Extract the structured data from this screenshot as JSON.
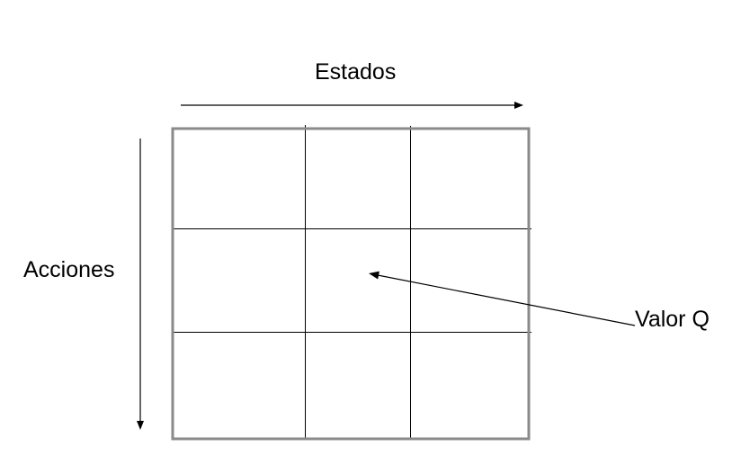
{
  "labels": {
    "states": "Estados",
    "actions": "Acciones",
    "q_value": "Valor Q"
  },
  "grid": {
    "rows": 3,
    "columns": 3
  },
  "colors": {
    "grid_border": "#8a8a8a",
    "grid_lines": "#000000",
    "arrows": "#000000",
    "text": "#000000"
  }
}
